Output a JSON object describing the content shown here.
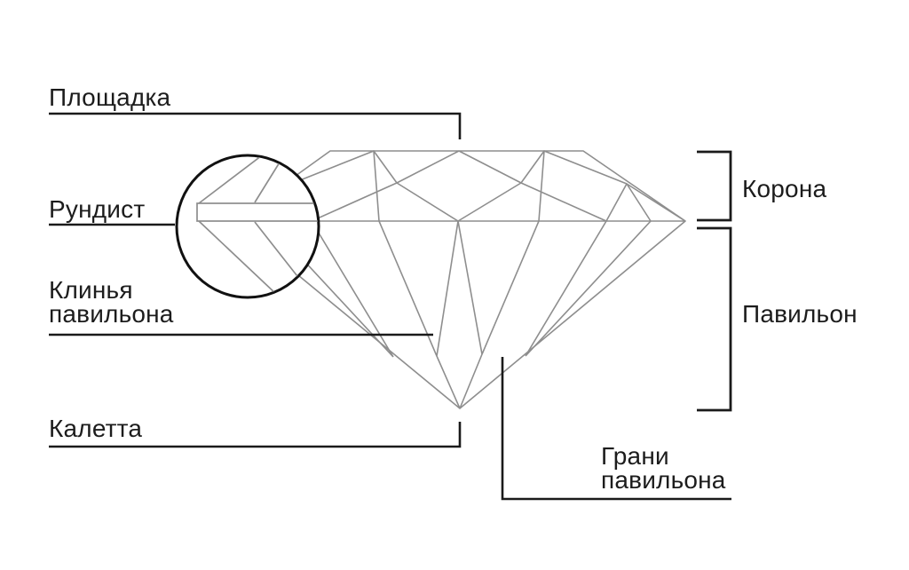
{
  "labels": {
    "table": "Площадка",
    "girdle": "Рундист",
    "pavilion_wedges": [
      "Клинья",
      "павильона"
    ],
    "culet": "Калетта",
    "crown": "Корона",
    "pavilion": "Павильон",
    "pavilion_facets": [
      "Грани",
      "павильона"
    ]
  },
  "colors": {
    "background": "#ffffff",
    "facet_lines": "#8e8e8e",
    "leader_lines": "#1a1a1a",
    "magnifier_ring": "#111111",
    "text": "#1c1c1c"
  }
}
